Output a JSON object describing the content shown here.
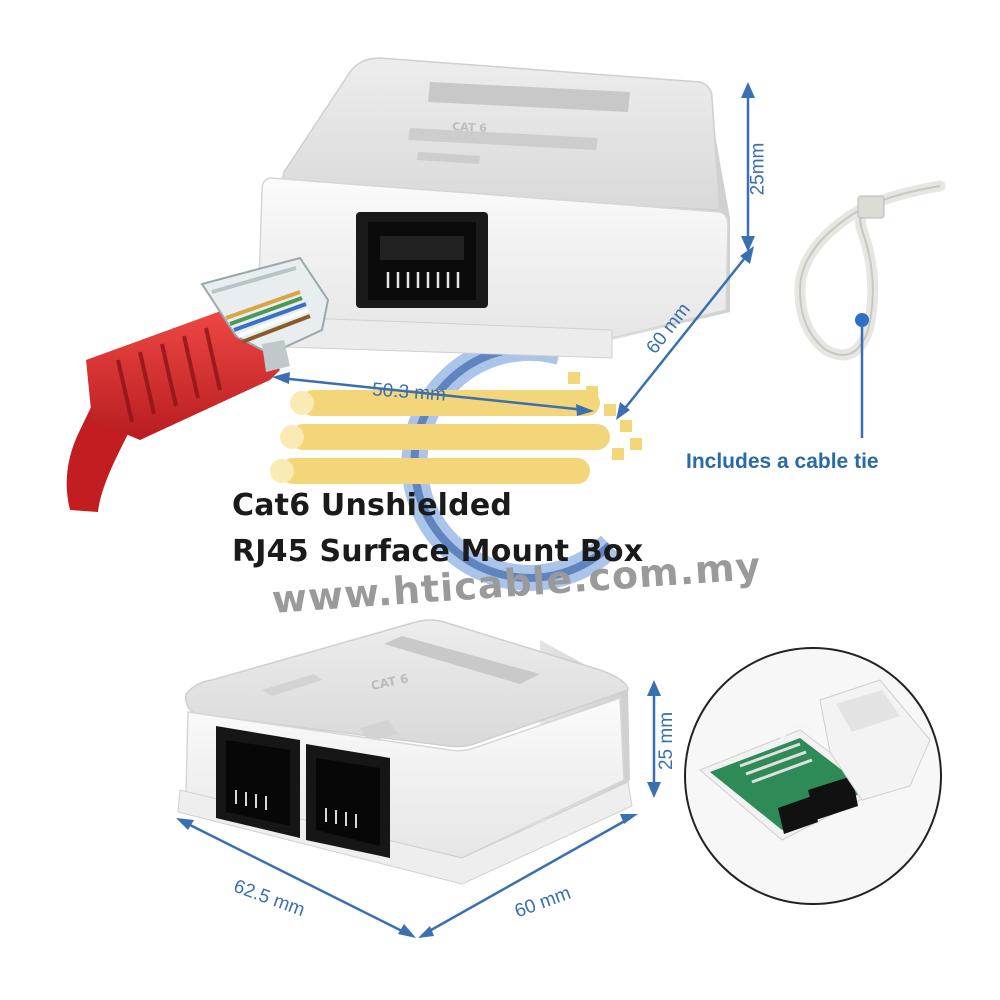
{
  "product": {
    "title_line1": "Cat6 Unshielded",
    "title_line2": "RJ45 Surface Mount Box",
    "website": "www.hticable.com.my"
  },
  "top_box": {
    "emboss_label": "CAT 6",
    "dimensions": {
      "width": "50.3 mm",
      "depth": "60 mm",
      "height": "25mm"
    }
  },
  "bottom_box": {
    "emboss_label": "CAT 6",
    "dimensions": {
      "width": "62.5 mm",
      "depth": "60 mm",
      "height": "25 mm"
    }
  },
  "accessory": {
    "note": "Includes a cable tie"
  },
  "colors": {
    "dimension_blue": "#3a6fb0",
    "cable_red": "#d8262a",
    "watermark_yellow": "#f2cf63",
    "watermark_blue": "#2f6fc4",
    "box_white": "#f4f4f4",
    "pcb_green": "#2e8b57"
  },
  "icons": [
    "watermark-logo-icon",
    "rj45-plug-icon",
    "cable-tie-icon",
    "pcb-inset-icon"
  ]
}
